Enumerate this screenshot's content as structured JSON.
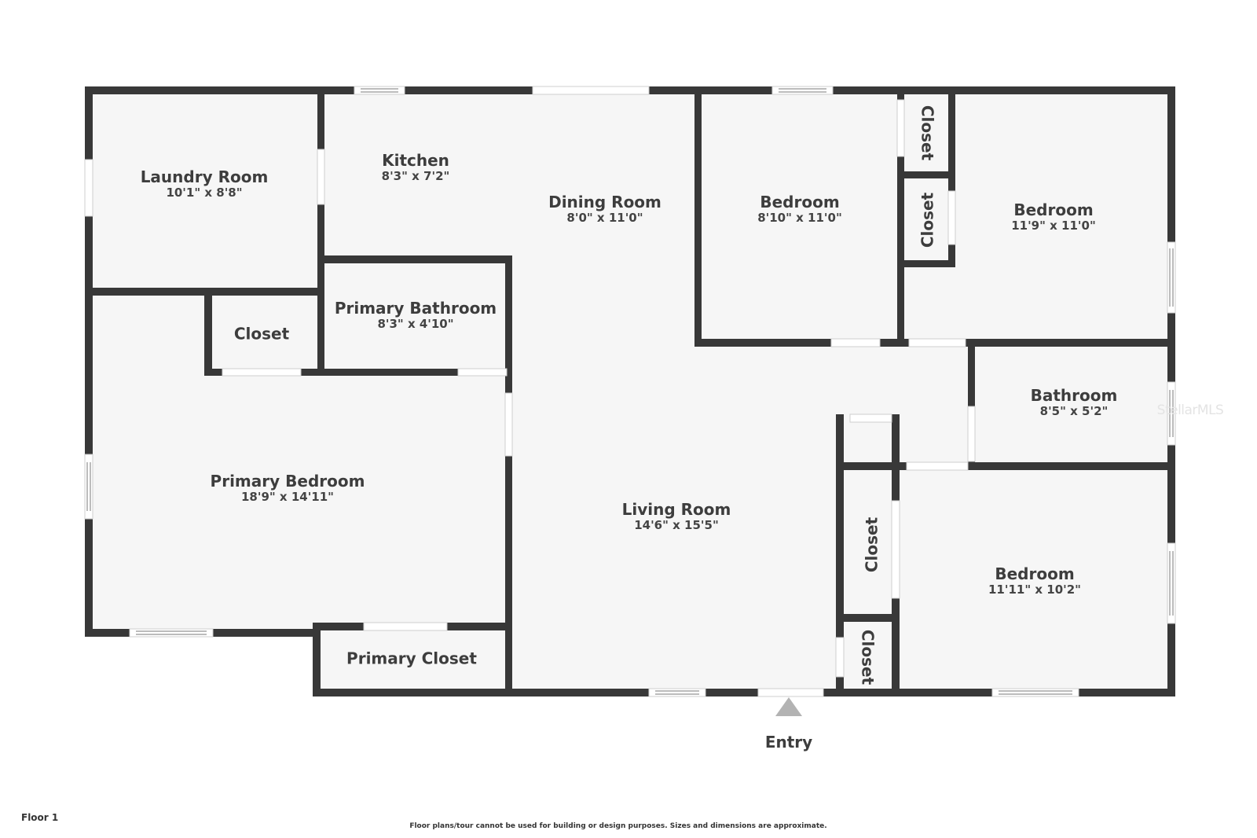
{
  "plan": {
    "floor_label": "Floor 1",
    "disclaimer": "Floor plans/tour cannot be used for building or design purposes. Sizes and dimensions are approximate.",
    "watermark": "StellarMLS",
    "entry": {
      "label": "Entry",
      "icon": "triangle-up-arrow"
    },
    "colors": {
      "wall": "#383838",
      "floor": "#f6f6f6",
      "text": "#3d3d3d",
      "entry_arrow": "#b3b3b3",
      "background": "#ffffff"
    }
  },
  "rooms": [
    {
      "id": "laundry-room",
      "name": "Laundry Room",
      "dimensions": "10'1\" x 8'8\""
    },
    {
      "id": "kitchen",
      "name": "Kitchen",
      "dimensions": "8'3\" x 7'2\""
    },
    {
      "id": "dining-room",
      "name": "Dining Room",
      "dimensions": "8'0\" x 11'0\""
    },
    {
      "id": "bedroom-1",
      "name": "Bedroom",
      "dimensions": "8'10\" x 11'0\""
    },
    {
      "id": "bedroom-2",
      "name": "Bedroom",
      "dimensions": "11'9\" x 11'0\""
    },
    {
      "id": "closet-top-1",
      "name": "Closet",
      "dimensions": ""
    },
    {
      "id": "closet-top-2",
      "name": "Closet",
      "dimensions": ""
    },
    {
      "id": "closet-left",
      "name": "Closet",
      "dimensions": ""
    },
    {
      "id": "primary-bathroom",
      "name": "Primary Bathroom",
      "dimensions": "8'3\" x 4'10\""
    },
    {
      "id": "bathroom",
      "name": "Bathroom",
      "dimensions": "8'5\" x 5'2\""
    },
    {
      "id": "primary-bedroom",
      "name": "Primary Bedroom",
      "dimensions": "18'9\" x 14'11\""
    },
    {
      "id": "living-room",
      "name": "Living Room",
      "dimensions": "14'6\" x 15'5\""
    },
    {
      "id": "closet-right-1",
      "name": "Closet",
      "dimensions": ""
    },
    {
      "id": "closet-right-2",
      "name": "Closet",
      "dimensions": ""
    },
    {
      "id": "bedroom-3",
      "name": "Bedroom",
      "dimensions": "11'11\" x 10'2\""
    },
    {
      "id": "primary-closet",
      "name": "Primary Closet",
      "dimensions": ""
    }
  ]
}
